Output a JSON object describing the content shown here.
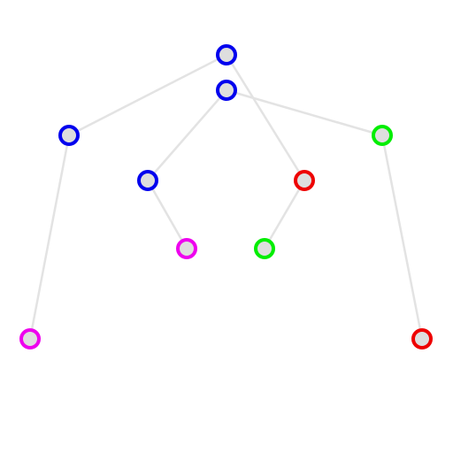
{
  "graph": {
    "edge_color": "#e3e3e3",
    "node_fill": "#dedede",
    "palette": {
      "blue": "#0000ee",
      "green": "#00ee00",
      "red": "#ee0000",
      "magenta": "#ee00ee"
    },
    "nodes": [
      {
        "id": "n1",
        "color": "blue"
      },
      {
        "id": "n2",
        "color": "blue"
      },
      {
        "id": "n3",
        "color": "blue"
      },
      {
        "id": "n4",
        "color": "green"
      },
      {
        "id": "n5",
        "color": "blue"
      },
      {
        "id": "n6",
        "color": "red"
      },
      {
        "id": "n7",
        "color": "magenta"
      },
      {
        "id": "n8",
        "color": "green"
      },
      {
        "id": "n9",
        "color": "magenta"
      },
      {
        "id": "n10",
        "color": "red"
      }
    ],
    "edges": [
      {
        "from": "n1",
        "to": "n3"
      },
      {
        "from": "n1",
        "to": "n6"
      },
      {
        "from": "n2",
        "to": "n5"
      },
      {
        "from": "n2",
        "to": "n4"
      },
      {
        "from": "n3",
        "to": "n9"
      },
      {
        "from": "n5",
        "to": "n7"
      },
      {
        "from": "n6",
        "to": "n8"
      },
      {
        "from": "n4",
        "to": "n10"
      }
    ]
  }
}
